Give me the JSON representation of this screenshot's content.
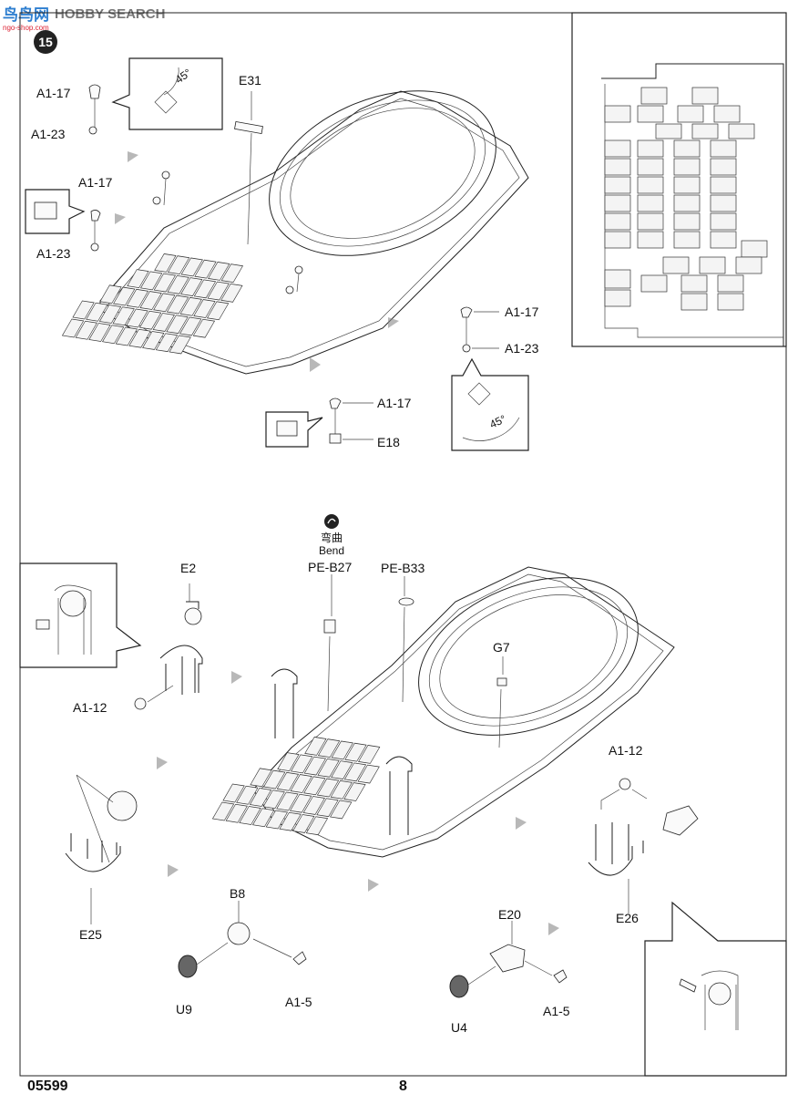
{
  "watermark": {
    "brand": "HOBBY SEARCH",
    "cn": "鸟鸟网",
    "url": "ngo-shop.com"
  },
  "step": {
    "number": "15"
  },
  "top": {
    "angle_top": "45°",
    "angle_right": "45°",
    "labels": {
      "e31": "E31",
      "a117_tl": "A1-17",
      "a123_tl": "A1-23",
      "a117_ml": "A1-17",
      "a123_ml": "A1-23",
      "a117_r": "A1-17",
      "a123_r": "A1-23",
      "a117_c": "A1-17",
      "e18": "E18"
    }
  },
  "bottom": {
    "bend_cn": "弯曲",
    "bend_en": "Bend",
    "labels": {
      "pe_b27": "PE-B27",
      "pe_b33": "PE-B33",
      "e2": "E2",
      "g7": "G7",
      "a112_l": "A1-12",
      "a112_r": "A1-12",
      "e25": "E25",
      "e26": "E26",
      "b8": "B8",
      "u9": "U9",
      "a15_l": "A1-5",
      "e20": "E20",
      "u4": "U4",
      "a15_r": "A1-5"
    }
  },
  "footer": {
    "code": "05599",
    "page": "8"
  }
}
